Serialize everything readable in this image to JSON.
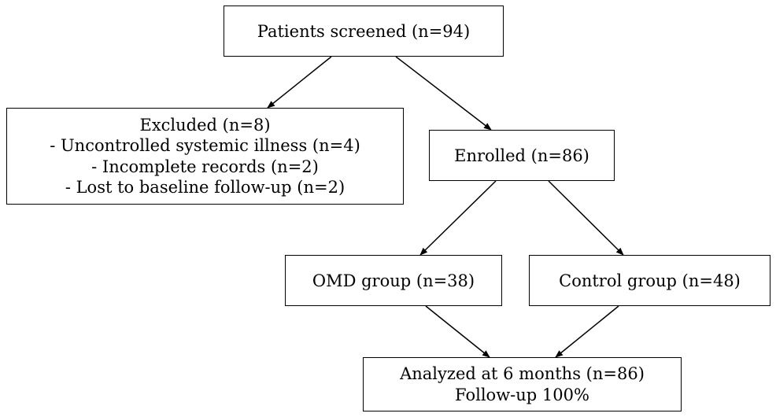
{
  "nodes": {
    "screened": {
      "text": "Patients screened (n=94)"
    },
    "excluded": {
      "title": "Excluded (n=8)",
      "reasons": [
        "- Uncontrolled systemic illness (n=4)",
        "- Incomplete records (n=2)",
        "- Lost to baseline follow-up (n=2)"
      ]
    },
    "enrolled": {
      "text": "Enrolled (n=86)"
    },
    "omd": {
      "text": "OMD group (n=38)"
    },
    "control": {
      "text": "Control group (n=48)"
    },
    "analyzed": {
      "line1": "Analyzed at 6 months (n=86)",
      "line2": "Follow-up 100%"
    }
  },
  "edges": [
    {
      "from": "screened",
      "to": "excluded"
    },
    {
      "from": "screened",
      "to": "enrolled"
    },
    {
      "from": "enrolled",
      "to": "omd"
    },
    {
      "from": "enrolled",
      "to": "control"
    },
    {
      "from": "omd",
      "to": "analyzed"
    },
    {
      "from": "control",
      "to": "analyzed"
    }
  ],
  "colors": {
    "stroke": "#000000",
    "background": "#ffffff"
  }
}
